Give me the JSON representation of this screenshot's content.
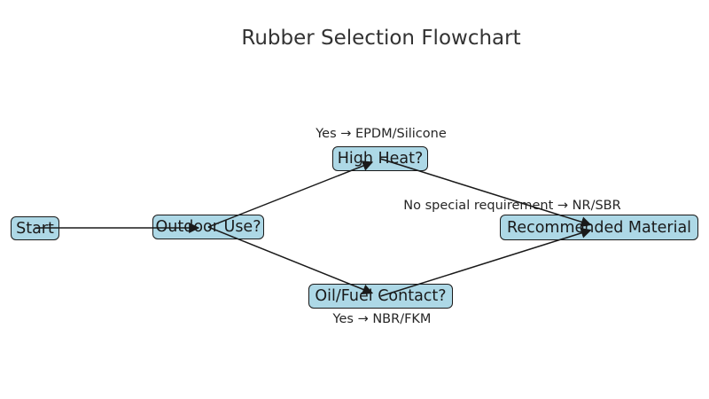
{
  "title": "Rubber Selection Flowchart",
  "nodes": [
    {
      "id": "start",
      "label": "Start"
    },
    {
      "id": "outdoor-use",
      "label": "Outdoor Use?"
    },
    {
      "id": "high-heat",
      "label": "High Heat?"
    },
    {
      "id": "oil-fuel-contact",
      "label": "Oil/Fuel Contact?"
    },
    {
      "id": "recommended-material",
      "label": "Recommended Material"
    }
  ],
  "edges": [
    {
      "from": "start",
      "to": "outdoor-use"
    },
    {
      "from": "outdoor-use",
      "to": "high-heat"
    },
    {
      "from": "outdoor-use",
      "to": "oil-fuel-contact"
    },
    {
      "from": "high-heat",
      "to": "recommended-material"
    },
    {
      "from": "oil-fuel-contact",
      "to": "recommended-material"
    }
  ],
  "edge_labels": [
    {
      "text": "Yes → EPDM/Silicone"
    },
    {
      "text": "No special requirement → NR/SBR"
    },
    {
      "text": "Yes → NBR/FKM"
    }
  ],
  "colors": {
    "background": "#ffffff",
    "node_fill": "#add8e6",
    "node_border": "#1a1a1a",
    "edge_line": "#1a1a1a",
    "node_text": "#1a1a1a",
    "label_text": "#262626",
    "title_text": "#333333"
  }
}
